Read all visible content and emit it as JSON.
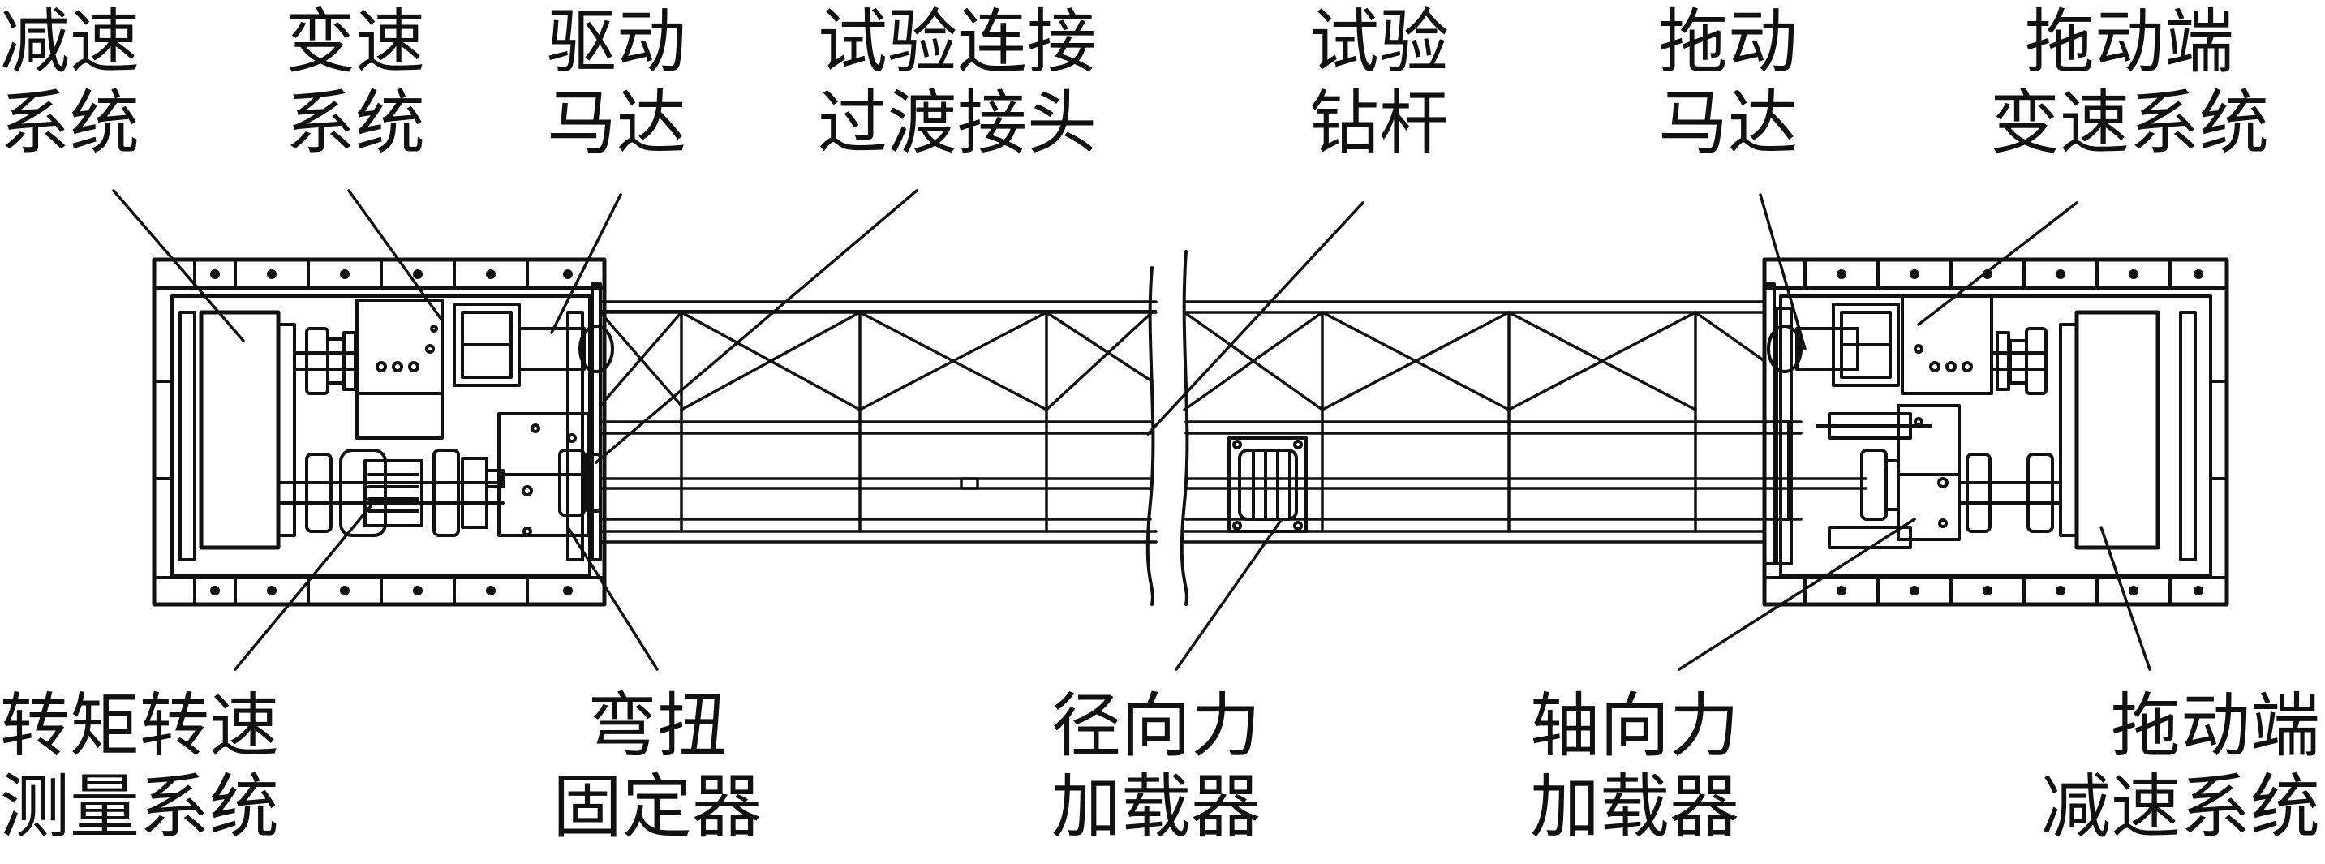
{
  "colors": {
    "ink": "#111111",
    "background": "#ffffff"
  },
  "labels": {
    "reducer_system": [
      "减速",
      "系统"
    ],
    "gearbox_system": [
      "变速",
      "系统"
    ],
    "drive_motor": [
      "驱动",
      "马达"
    ],
    "test_adapter": [
      "试验连接",
      "过渡接头"
    ],
    "test_drill_pipe": [
      "试验",
      "钻杆"
    ],
    "drag_motor": [
      "拖动",
      "马达"
    ],
    "drag_gearbox_system": [
      "拖动端",
      "变速系统"
    ],
    "torque_speed_measurement": [
      "转矩转速",
      "测量系统"
    ],
    "bending_torsion_fixture": [
      "弯扭",
      "固定器"
    ],
    "radial_force_loader": [
      "径向力",
      "加载器"
    ],
    "axial_force_loader": [
      "轴向力",
      "加载器"
    ],
    "drag_reducer_system": [
      "拖动端",
      "减速系统"
    ]
  }
}
